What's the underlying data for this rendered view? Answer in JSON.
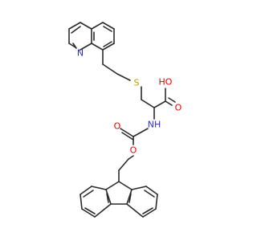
{
  "colors": {
    "bond": "#2b2b2b",
    "nitrogen": "#2a2ae6",
    "oxygen": "#e00000",
    "sulfur": "#b8a000",
    "background": "#ffffff"
  },
  "atoms": {
    "quinoline_n": "N",
    "thioether_s": "S",
    "acid_oh": "HO",
    "acid_o": "O",
    "carbamate_nh": "NH",
    "carbamate_o_carbonyl": "O",
    "carbamate_o_ester": "O"
  }
}
